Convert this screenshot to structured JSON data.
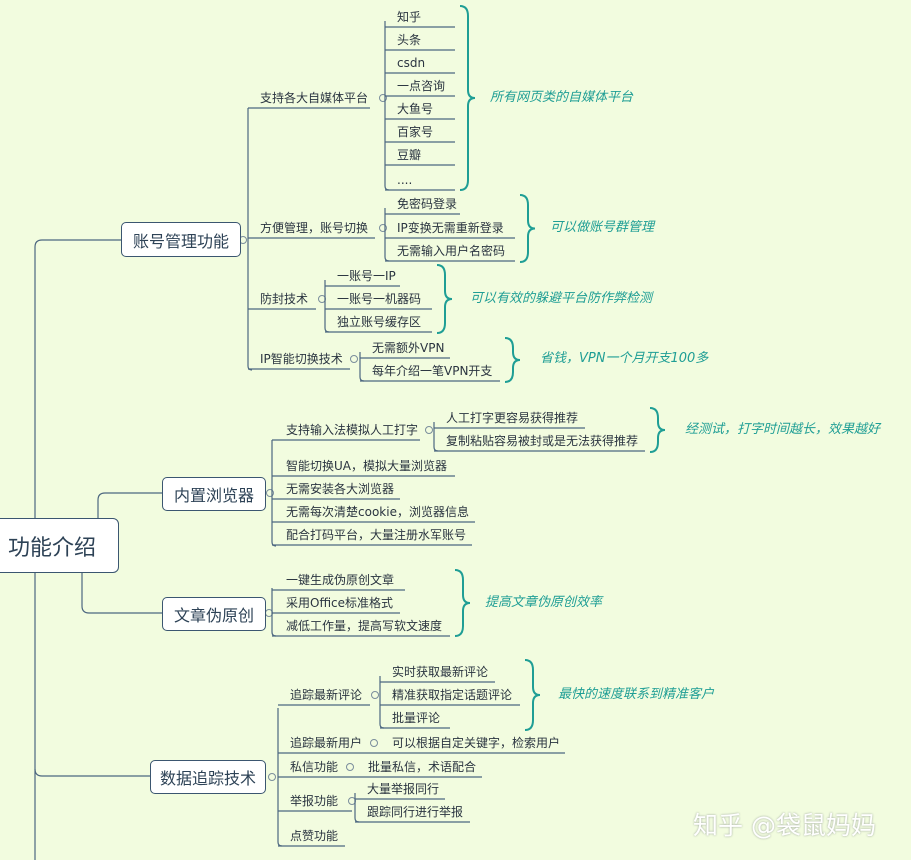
{
  "root": "功能介绍",
  "branches": [
    {
      "title": "账号管理功能",
      "topics": [
        {
          "label": "支持各大自媒体平台",
          "children": [
            "知乎",
            "头条",
            "csdn",
            "一点咨询",
            "大鱼号",
            "百家号",
            "豆瓣",
            "...."
          ],
          "note": "所有网页类的自媒体平台"
        },
        {
          "label": "方便管理，账号切换",
          "children": [
            "免密码登录",
            "IP变换无需重新登录",
            "无需输入用户名密码"
          ],
          "note": "可以做账号群管理"
        },
        {
          "label": "防封技术",
          "children": [
            "一账号一IP",
            "一账号一机器码",
            "独立账号缓存区"
          ],
          "note": "可以有效的躲避平台防作弊检测"
        },
        {
          "label": "IP智能切换技术",
          "children": [
            "无需额外VPN",
            "每年介绍一笔VPN开支"
          ],
          "note": "省钱，VPN一个月开支100多"
        }
      ]
    },
    {
      "title": "内置浏览器",
      "topics": [
        {
          "label": "支持输入法模拟人工打字",
          "children": [
            "人工打字更容易获得推荐",
            "复制粘贴容易被封或是无法获得推荐"
          ],
          "note": "经测试，打字时间越长，效果越好"
        },
        {
          "label": "智能切换UA，模拟大量浏览器"
        },
        {
          "label": "无需安装各大浏览器"
        },
        {
          "label": "无需每次清楚cookie，浏览器信息"
        },
        {
          "label": "配合打码平台，大量注册水军账号"
        }
      ]
    },
    {
      "title": "文章伪原创",
      "topics": [
        {
          "label": "一键生成伪原创文章"
        },
        {
          "label": "采用Office标准格式"
        },
        {
          "label": "减低工作量，提高写软文速度"
        }
      ],
      "note": "提高文章伪原创效率"
    },
    {
      "title": "数据追踪技术",
      "topics": [
        {
          "label": "追踪最新评论",
          "children": [
            "实时获取最新评论",
            "精准获取指定话题评论",
            "批量评论"
          ],
          "note": "最快的速度联系到精准客户"
        },
        {
          "label": "追踪最新用户",
          "children": [
            "可以根据自定关键字，检索用户"
          ]
        },
        {
          "label": "私信功能",
          "children": [
            "批量私信，术语配合"
          ]
        },
        {
          "label": "举报功能",
          "children": [
            "大量举报同行",
            "跟踪同行进行举报"
          ]
        },
        {
          "label": "点赞功能"
        }
      ]
    }
  ],
  "watermark": "知乎 @袋鼠妈妈",
  "colors": {
    "background": "#f2fcdf",
    "line": "#4d6780",
    "note": "#1f9e95"
  }
}
